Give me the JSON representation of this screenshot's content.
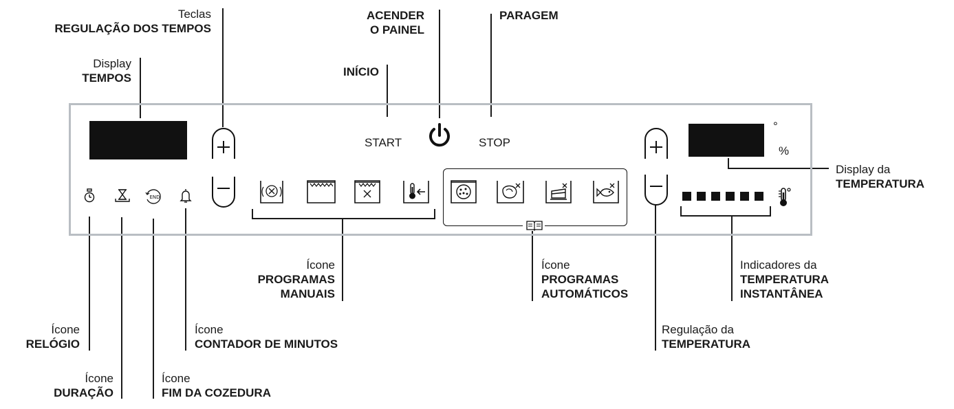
{
  "labels": {
    "teclas_tempos": {
      "line1": "Teclas",
      "line2": "REGULAÇÃO DOS TEMPOS"
    },
    "display_tempos": {
      "line1": "Display",
      "line2": "TEMPOS"
    },
    "acender": {
      "line1": "ACENDER",
      "line2": "O PAINEL"
    },
    "inicio": {
      "line1": "INÍCIO"
    },
    "paragem": {
      "line1": "PARAGEM"
    },
    "display_temperatura": {
      "line1": "Display da",
      "line2": "TEMPERATURA"
    },
    "indicadores": {
      "line1": "Indicadores da",
      "line2": "TEMPERATURA",
      "line3": "INSTANTÂNEA"
    },
    "prog_manuais": {
      "line1": "Ícone",
      "line2": "PROGRAMAS",
      "line3": "MANUAIS"
    },
    "prog_auto": {
      "line1": "Ícone",
      "line2": "PROGRAMAS",
      "line3": "AUTOMÁTICOS"
    },
    "relogio": {
      "line1": "Ícone",
      "line2": "RELÓGIO"
    },
    "contador": {
      "line1": "Ícone",
      "line2": "CONTADOR DE MINUTOS"
    },
    "regulacao_temp": {
      "line1": "Regulação da",
      "line2": "TEMPERATURA"
    },
    "duracao": {
      "line1": "Ícone",
      "line2": "DURAÇÃO"
    },
    "fim": {
      "line1": "Ícone",
      "line2": "FIM DA COZEDURA"
    }
  },
  "panel": {
    "start_label": "START",
    "stop_label": "STOP",
    "degree_symbol": "°",
    "percent_symbol": "%",
    "plus": "+",
    "minus": "−",
    "end_text": "END",
    "temperature_level_indicators": 6
  },
  "colors": {
    "panel_border": "#b9bec3",
    "display": "#111111",
    "ink": "#1a1a1a"
  },
  "icons": [
    "clock-icon",
    "hourglass-icon",
    "end-icon",
    "bell-icon",
    "fan-icon",
    "top-heat-icon",
    "top-heat-fan-icon",
    "thermo-arrow-icon",
    "pizza-icon",
    "meat-icon",
    "cake-icon",
    "fish-icon",
    "book-icon",
    "thermometer-icon",
    "power-icon"
  ]
}
